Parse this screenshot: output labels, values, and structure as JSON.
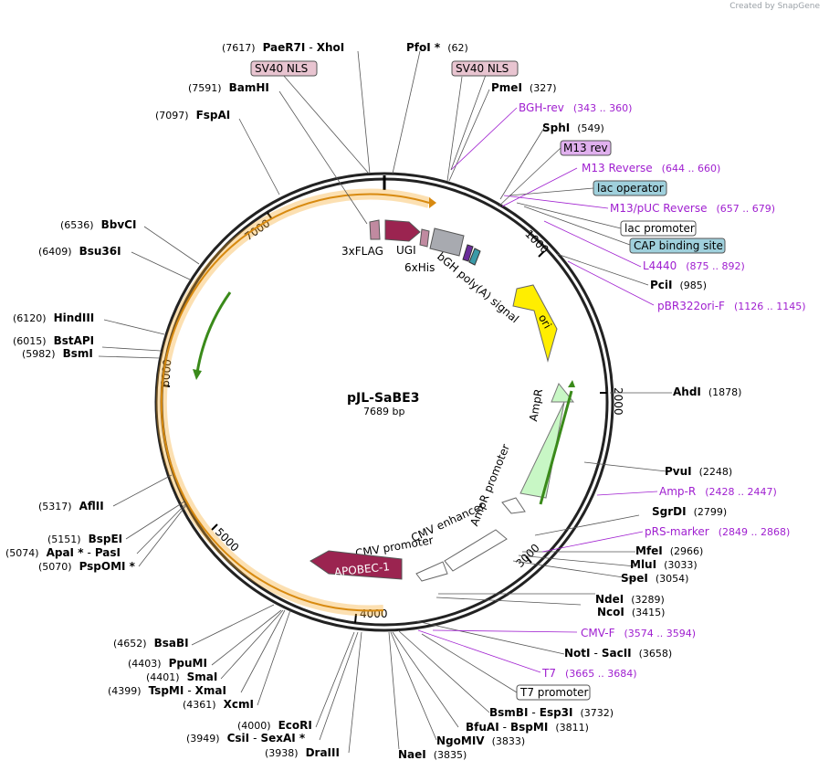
{
  "credit": "Created by SnapGene",
  "plasmid": {
    "name": "pJL-SaBE3",
    "length": "7689 bp",
    "bp": 7689
  },
  "ticks": [
    "1000",
    "2000",
    "3000",
    "4000",
    "5000",
    "6000",
    "7000"
  ],
  "enzymes": [
    {
      "pos": "(7617)",
      "names": [
        "PaeR7I",
        "XhoI"
      ]
    },
    {
      "pos": "(7591)",
      "names": [
        "BamHI"
      ]
    },
    {
      "pos": "(7097)",
      "names": [
        "FspAI"
      ]
    },
    {
      "pos": "(6536)",
      "names": [
        "BbvCI"
      ]
    },
    {
      "pos": "(6409)",
      "names": [
        "Bsu36I"
      ]
    },
    {
      "pos": "(6120)",
      "names": [
        "HindIII"
      ]
    },
    {
      "pos": "(6015)",
      "names": [
        "BstAPI"
      ]
    },
    {
      "pos": "(5982)",
      "names": [
        "BsmI"
      ]
    },
    {
      "pos": "(5317)",
      "names": [
        "AflII"
      ]
    },
    {
      "pos": "(5151)",
      "names": [
        "BspEI"
      ]
    },
    {
      "pos": "(5074)",
      "names": [
        "ApaI *",
        "PasI"
      ]
    },
    {
      "pos": "(5070)",
      "names": [
        "PspOMI *"
      ]
    },
    {
      "pos": "(4652)",
      "names": [
        "BsaBI"
      ]
    },
    {
      "pos": "(4403)",
      "names": [
        "PpuMI"
      ]
    },
    {
      "pos": "(4401)",
      "names": [
        "SmaI"
      ]
    },
    {
      "pos": "(4399)",
      "names": [
        "TspMI",
        "XmaI"
      ]
    },
    {
      "pos": "(4361)",
      "names": [
        "XcmI"
      ]
    },
    {
      "pos": "(4000)",
      "names": [
        "EcoRI"
      ]
    },
    {
      "pos": "(3949)",
      "names": [
        "CsiI",
        "SexAI *"
      ]
    },
    {
      "pos": "(3938)",
      "names": [
        "DraIII"
      ]
    },
    {
      "pos": "(3835)",
      "names": [
        "NaeI"
      ]
    },
    {
      "pos": "(3833)",
      "names": [
        "NgoMIV"
      ]
    },
    {
      "pos": "(3811)",
      "names": [
        "BfuAI",
        "BspMI"
      ]
    },
    {
      "pos": "(3732)",
      "names": [
        "BsmBI",
        "Esp3I"
      ]
    },
    {
      "pos": "(3658)",
      "names": [
        "NotI",
        "SacII"
      ]
    },
    {
      "pos": "(3415)",
      "names": [
        "NcoI"
      ]
    },
    {
      "pos": "(3289)",
      "names": [
        "NdeI"
      ]
    },
    {
      "pos": "(3054)",
      "names": [
        "SpeI"
      ]
    },
    {
      "pos": "(3033)",
      "names": [
        "MluI"
      ]
    },
    {
      "pos": "(2966)",
      "names": [
        "MfeI"
      ]
    },
    {
      "pos": "(2799)",
      "names": [
        "SgrDI"
      ]
    },
    {
      "pos": "(2248)",
      "names": [
        "PvuI"
      ]
    },
    {
      "pos": "(1878)",
      "names": [
        "AhdI"
      ]
    },
    {
      "pos": "(985)",
      "names": [
        "PciI"
      ]
    },
    {
      "pos": "(549)",
      "names": [
        "SphI"
      ]
    },
    {
      "pos": "(327)",
      "names": [
        "PmeI"
      ]
    },
    {
      "pos": "(62)",
      "names": [
        "PfoI *"
      ]
    }
  ],
  "primers": [
    {
      "name": "BGH-rev",
      "range": "(343 .. 360)"
    },
    {
      "name": "M13 Reverse",
      "range": "(644 .. 660)"
    },
    {
      "name": "M13/pUC Reverse",
      "range": "(657 .. 679)"
    },
    {
      "name": "L4440",
      "range": "(875 .. 892)"
    },
    {
      "name": "pBR322ori-F",
      "range": "(1126 .. 1145)"
    },
    {
      "name": "Amp-R",
      "range": "(2428 .. 2447)"
    },
    {
      "name": "pRS-marker",
      "range": "(2849 .. 2868)"
    },
    {
      "name": "CMV-F",
      "range": "(3574 .. 3594)"
    },
    {
      "name": "T7",
      "range": "(3665 .. 3684)"
    }
  ],
  "boxes": [
    {
      "text": "SV40 NLS",
      "fill": "#e8c4d0"
    },
    {
      "text": "SV40 NLS",
      "fill": "#e8c4d0"
    },
    {
      "text": "M13 rev",
      "fill": "#e0b0ee"
    },
    {
      "text": "lac operator",
      "fill": "#9fd0dc"
    },
    {
      "text": "lac promoter",
      "fill": "#ffffff"
    },
    {
      "text": "CAP binding site",
      "fill": "#9fd0dc"
    },
    {
      "text": "T7 promoter",
      "fill": "#ffffff"
    }
  ],
  "features": {
    "flag": "3xFLAG",
    "ugi": "UGI",
    "his": "6xHis",
    "bgh": "bGH poly(A) signal",
    "ori": "ori",
    "ampr": "AmpR",
    "ampr_promoter": "AmpR promoter",
    "cmv_enhancer": "CMV enhancer",
    "cmv_promoter": "CMV promoter",
    "apobec": "APOBEC-1"
  },
  "colors": {
    "ugi": "#9b2450",
    "apobec": "#9b2450",
    "ori": "#ffee00",
    "ampr": "#c8f7c5",
    "bgh": "#a8aab0",
    "primer": "#a020d0",
    "cas_band": "#f5a623",
    "cas_arrow": "#3a8a1a"
  }
}
